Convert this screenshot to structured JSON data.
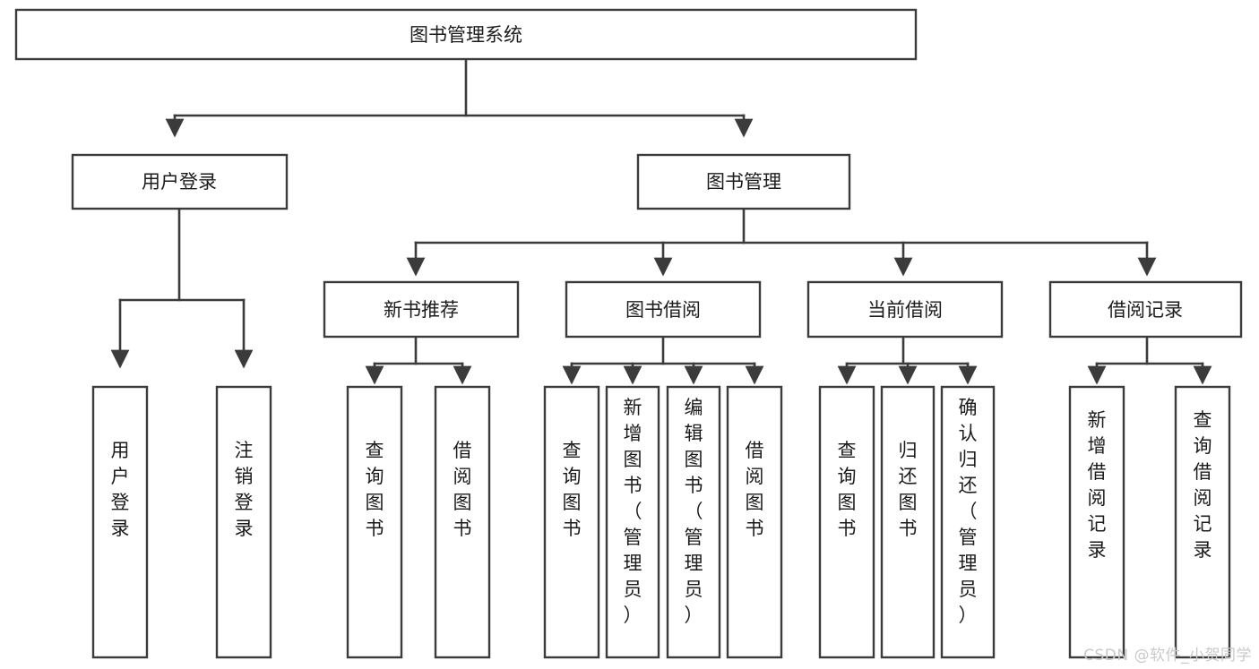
{
  "diagram": {
    "title": "图书管理系统",
    "type": "tree-hierarchy",
    "watermark": "CSDN @软件_小贺同学",
    "colors": {
      "box_stroke": "#3b3b3b",
      "box_fill": "#ffffff",
      "connector": "#3b3b3b",
      "text": "#1b1b1b",
      "background": "#ffffff",
      "watermark": "#c9c9c9"
    },
    "nodes": {
      "root": {
        "label": "图书管理系统"
      },
      "level2": [
        {
          "id": "user-login",
          "label": "用户登录"
        },
        {
          "id": "book-manage",
          "label": "图书管理"
        }
      ],
      "level3": [
        {
          "id": "new-book-recommend",
          "label": "新书推荐"
        },
        {
          "id": "book-borrow",
          "label": "图书借阅"
        },
        {
          "id": "current-borrow",
          "label": "当前借阅"
        },
        {
          "id": "borrow-record",
          "label": "借阅记录"
        }
      ],
      "leaves": {
        "user-login": [
          {
            "id": "leaf-user-login",
            "label": "用户登录"
          },
          {
            "id": "leaf-user-logout",
            "label": "注销登录"
          }
        ],
        "new-book-recommend": [
          {
            "id": "leaf-query-book-1",
            "label": "查询图书"
          },
          {
            "id": "leaf-borrow-book-1",
            "label": "借阅图书"
          }
        ],
        "book-borrow": [
          {
            "id": "leaf-query-book-2",
            "label": "查询图书"
          },
          {
            "id": "leaf-add-book",
            "label": "新增图书（管理员）"
          },
          {
            "id": "leaf-edit-book",
            "label": "编辑图书（管理员）"
          },
          {
            "id": "leaf-borrow-book-2",
            "label": "借阅图书"
          }
        ],
        "current-borrow": [
          {
            "id": "leaf-query-book-3",
            "label": "查询图书"
          },
          {
            "id": "leaf-return-book",
            "label": "归还图书"
          },
          {
            "id": "leaf-confirm-return",
            "label": "确认归还（管理员）"
          }
        ],
        "borrow-record": [
          {
            "id": "leaf-add-record",
            "label": "新增借阅记录"
          },
          {
            "id": "leaf-query-record",
            "label": "查询借阅记录"
          }
        ]
      }
    }
  }
}
